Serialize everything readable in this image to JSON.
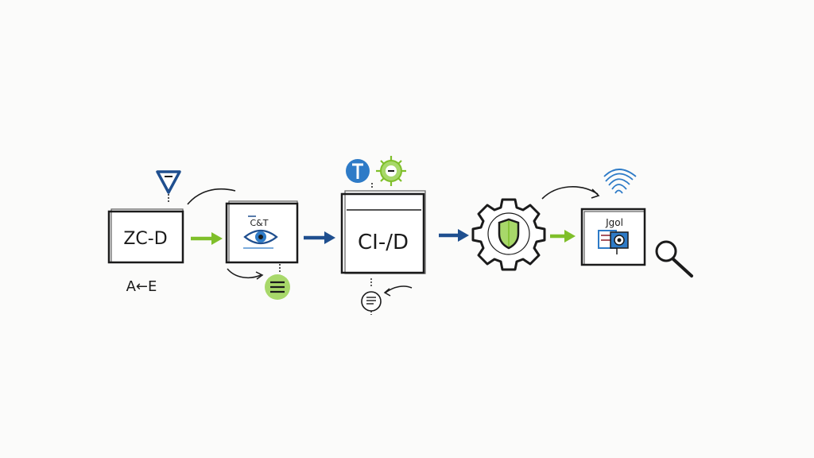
{
  "diagram": {
    "nodes": [
      {
        "id": "zc-d",
        "label": "ZC-D",
        "sublabel": "A←E"
      },
      {
        "id": "scan",
        "label": "C&T"
      },
      {
        "id": "ci-d",
        "label": "CI-/D"
      },
      {
        "id": "security-gear",
        "label": ""
      },
      {
        "id": "monitor",
        "label": "Jgol"
      }
    ],
    "colors": {
      "ink": "#1b1b1b",
      "blue": "#1f4f8f",
      "green": "#7fbf2a",
      "light_green": "#a8d86a",
      "accent_blue": "#2e7bc7"
    },
    "icons": [
      "diamond-pin-icon",
      "eye-icon",
      "t-badge-icon",
      "virus-badge-icon",
      "shield-icon",
      "document-icon",
      "magnifier-icon",
      "fingerprint-icon",
      "list-badge-icon"
    ]
  }
}
